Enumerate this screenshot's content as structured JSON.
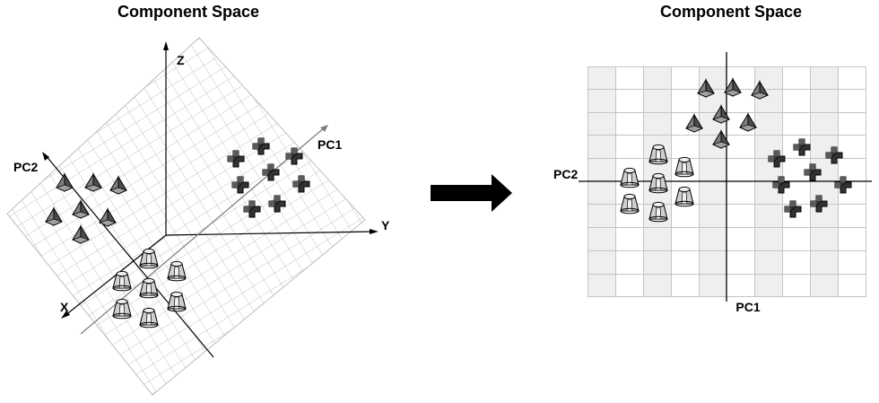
{
  "left_panel": {
    "title": "Component Space",
    "axis_labels": {
      "x": "X",
      "y": "Y",
      "z": "Z",
      "pc1": "PC1",
      "pc2": "PC2"
    }
  },
  "right_panel": {
    "title": "Component Space",
    "axis_labels": {
      "pc1": "PC1",
      "pc2": "PC2"
    }
  },
  "arrow": {
    "direction": "right"
  },
  "glyph_groups": {
    "pyramid": {
      "icon": "pyramid-icon",
      "count": 7
    },
    "cup": {
      "icon": "cup-icon",
      "count": 7
    },
    "cross": {
      "icon": "cross-icon",
      "count": 8
    }
  },
  "colors": {
    "pyramid_fill": "#6e6e6e",
    "cup_fill": "#c8c8c8",
    "cross_fill": "#303030",
    "grid_line": "#c4c4c4",
    "band_fill": "#efefef"
  }
}
